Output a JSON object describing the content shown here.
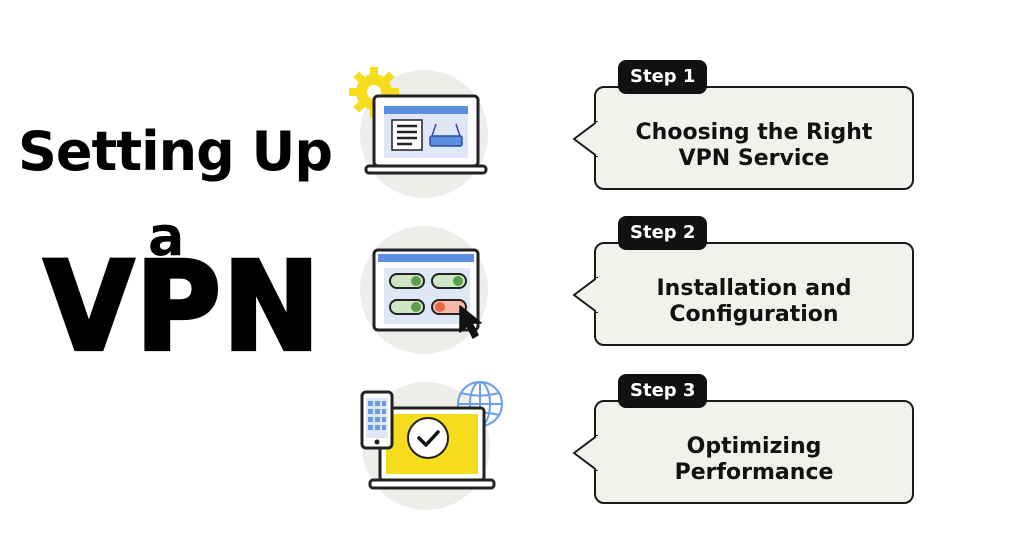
{
  "title": {
    "line1": "Setting Up",
    "line2": "a",
    "line3": "VPN"
  },
  "steps": [
    {
      "badge": "Step 1",
      "text_lines": [
        "Choosing the Right",
        "VPN Service"
      ],
      "icon": "laptop-router-gear-icon"
    },
    {
      "badge": "Step 2",
      "text_lines": [
        "Installation and",
        "Configuration"
      ],
      "icon": "settings-toggles-cursor-icon"
    },
    {
      "badge": "Step 3",
      "text_lines": [
        "Optimizing",
        "Performance"
      ],
      "icon": "devices-globe-check-icon"
    }
  ],
  "colors": {
    "accent_yellow": "#f5dd1e",
    "accent_blue": "#5b8fe0",
    "box_bg": "#f3f1ec",
    "circle_bg": "#efedea",
    "text": "#111111"
  }
}
